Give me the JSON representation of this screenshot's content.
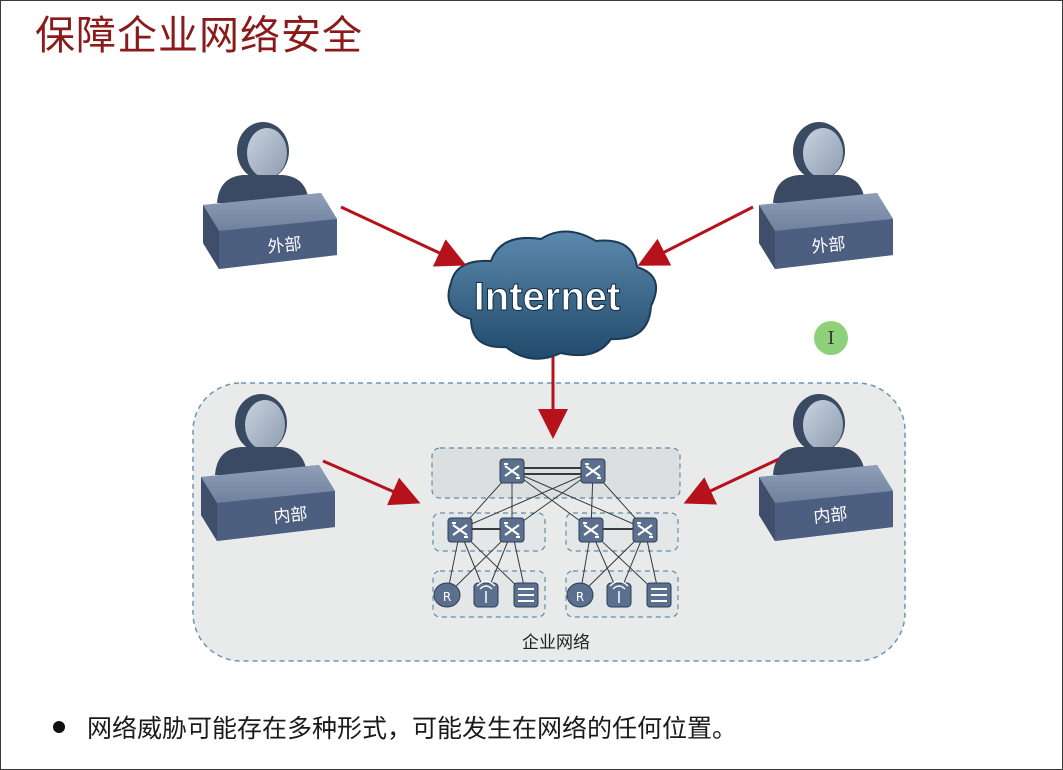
{
  "title": "保障企业网络安全",
  "cloud_label": "Internet",
  "users": {
    "top_left": "外部",
    "top_right": "外部",
    "bottom_left": "内部",
    "bottom_right": "内部"
  },
  "enterprise_label": "企业网络",
  "bullet": "网络威胁可能存在多种形式，可能发生在网络的任何位置。",
  "cursor_glyph": "I",
  "device_icons": [
    "router-icon",
    "wireless-ap-icon",
    "firewall-icon",
    "router-icon",
    "wireless-ap-icon",
    "firewall-icon"
  ],
  "colors": {
    "title": "#8b1a1a",
    "arrow": "#b5121b",
    "cloud": "#2f5d80",
    "device": "#5b6f8f"
  }
}
